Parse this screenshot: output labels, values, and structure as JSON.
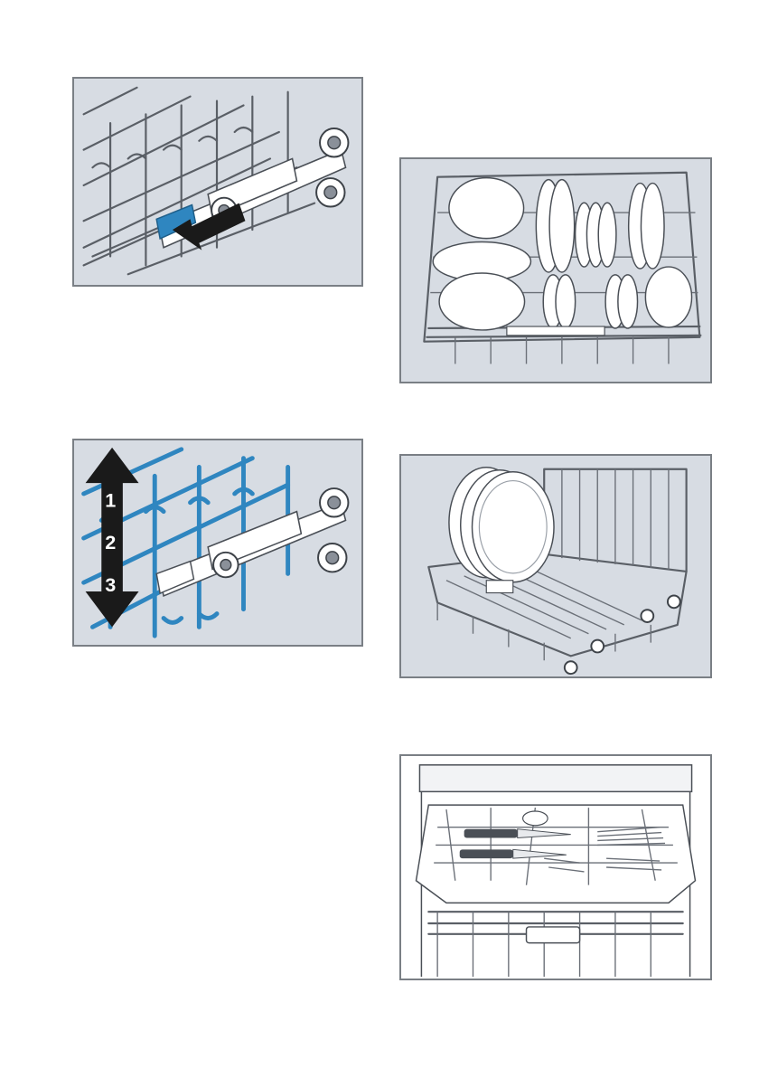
{
  "figures": [
    {
      "id": "p1",
      "label": "rack-release-lever-press"
    },
    {
      "id": "p2",
      "label": "rack-height-adjust",
      "height_levels": [
        "1",
        "2",
        "3"
      ]
    },
    {
      "id": "p3",
      "label": "upper-rack-loaded"
    },
    {
      "id": "p4",
      "label": "lower-rack-plates"
    },
    {
      "id": "p5",
      "label": "cutlery-drawer-loaded"
    }
  ],
  "colors": {
    "panel_bg": "#d7dce3",
    "frame": "#7a7f85",
    "highlight_blue": "#2f86c0",
    "line": "#4a4f56"
  }
}
